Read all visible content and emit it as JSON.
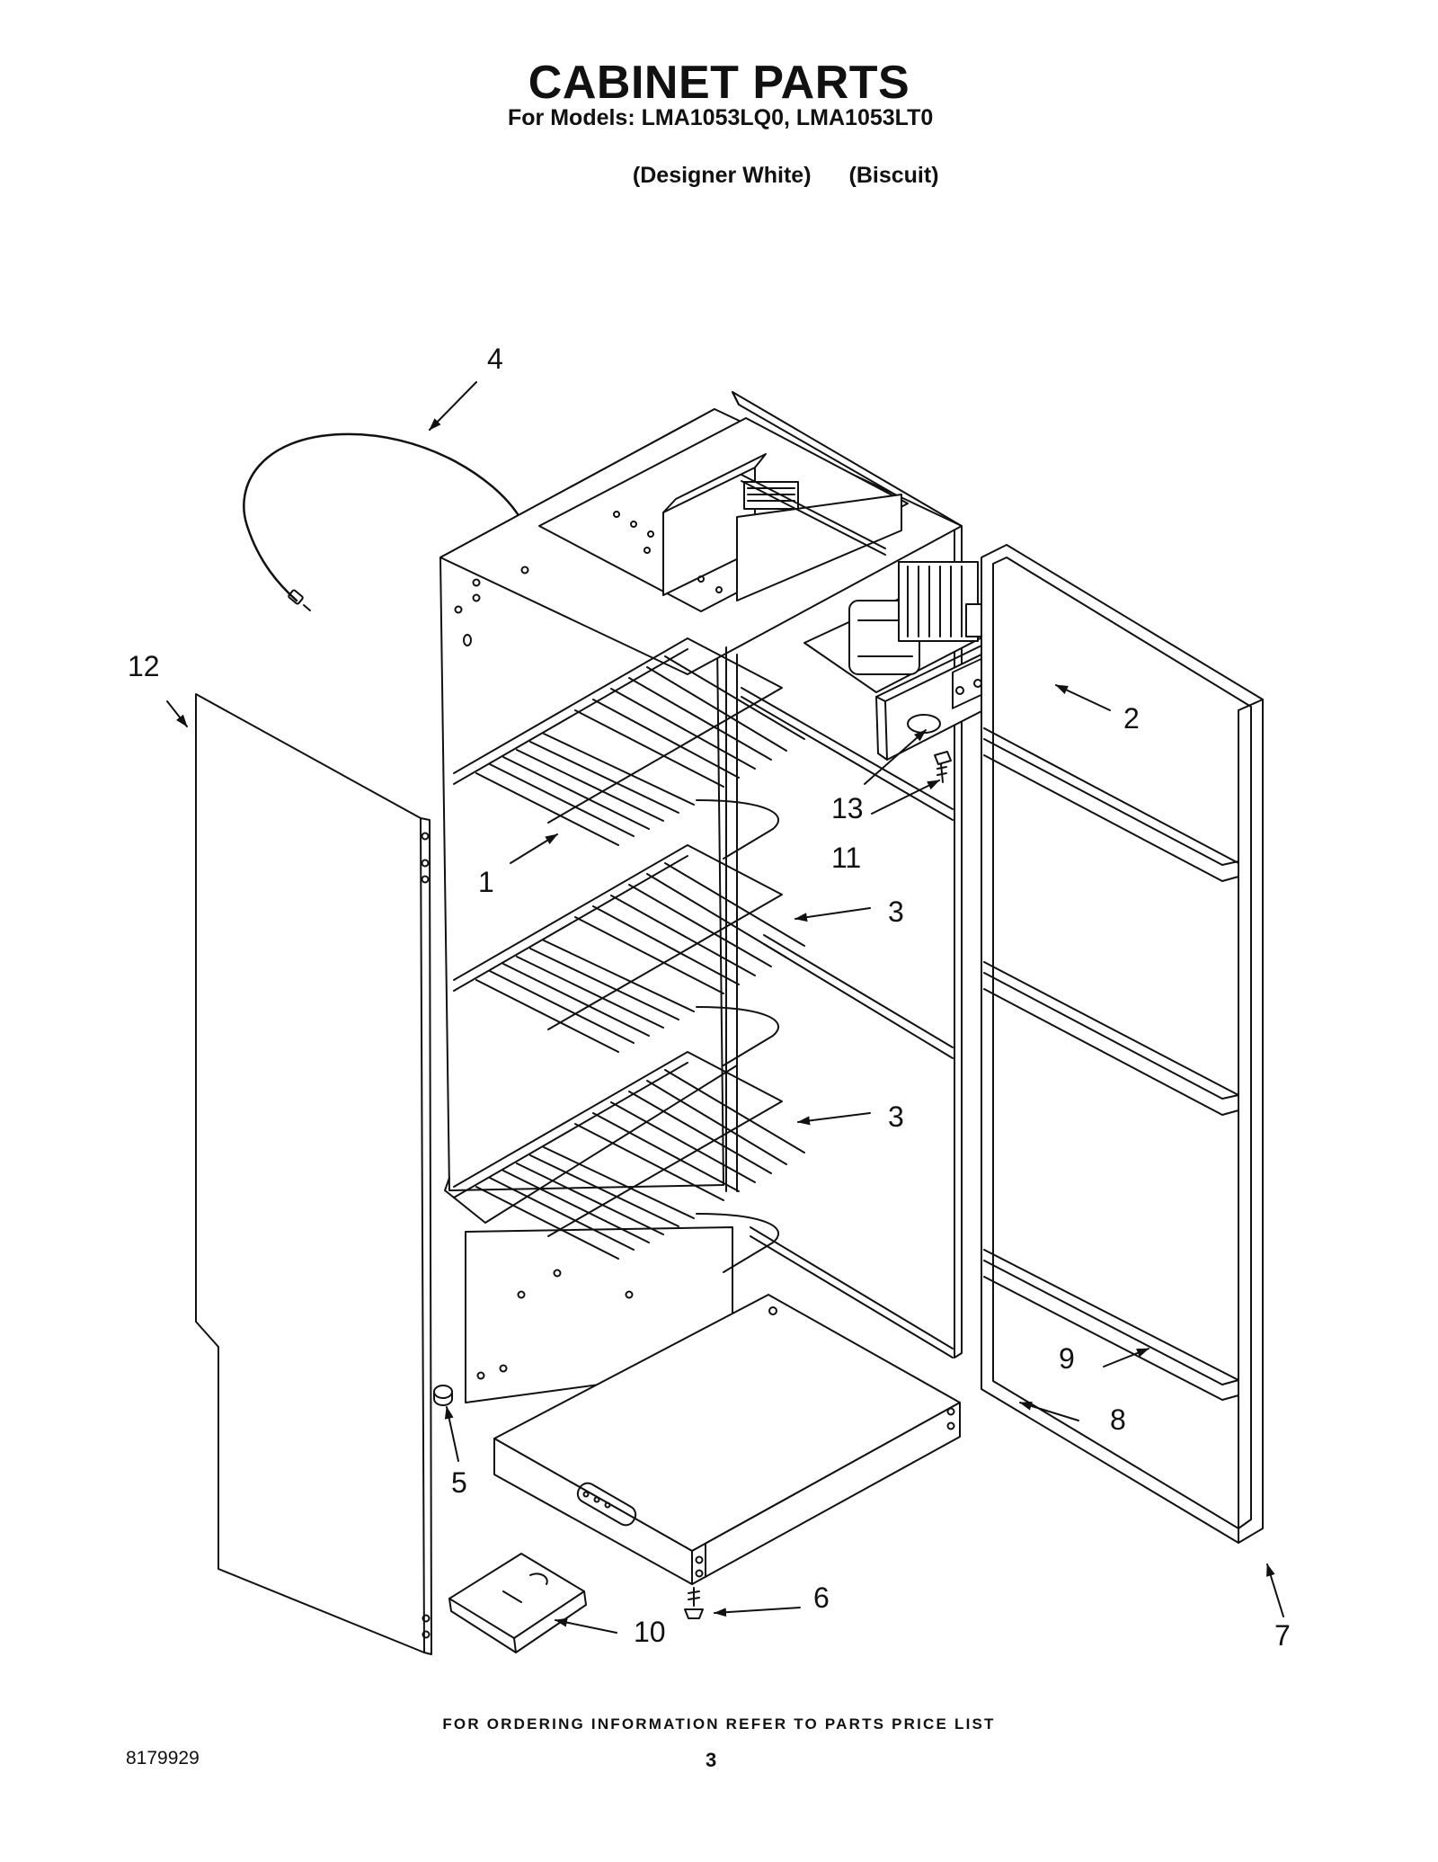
{
  "header": {
    "title": "CABINET PARTS",
    "models_line": "For Models: LMA1053LQ0, LMA1053LT0",
    "color_1": "(Designer White)",
    "color_2": "(Biscuit)"
  },
  "callouts": [
    {
      "id": "c1",
      "label": "1"
    },
    {
      "id": "c2",
      "label": "2"
    },
    {
      "id": "c3a",
      "label": "3"
    },
    {
      "id": "c3b",
      "label": "3"
    },
    {
      "id": "c4",
      "label": "4"
    },
    {
      "id": "c5",
      "label": "5"
    },
    {
      "id": "c6",
      "label": "6"
    },
    {
      "id": "c7",
      "label": "7"
    },
    {
      "id": "c8",
      "label": "8"
    },
    {
      "id": "c9",
      "label": "9"
    },
    {
      "id": "c10",
      "label": "10"
    },
    {
      "id": "c11",
      "label": "11"
    },
    {
      "id": "c12",
      "label": "12"
    },
    {
      "id": "c13",
      "label": "13"
    }
  ],
  "footer": {
    "ordering_note": "FOR ORDERING INFORMATION REFER TO PARTS PRICE LIST",
    "doc_number": "8179929",
    "page_number": "3"
  }
}
